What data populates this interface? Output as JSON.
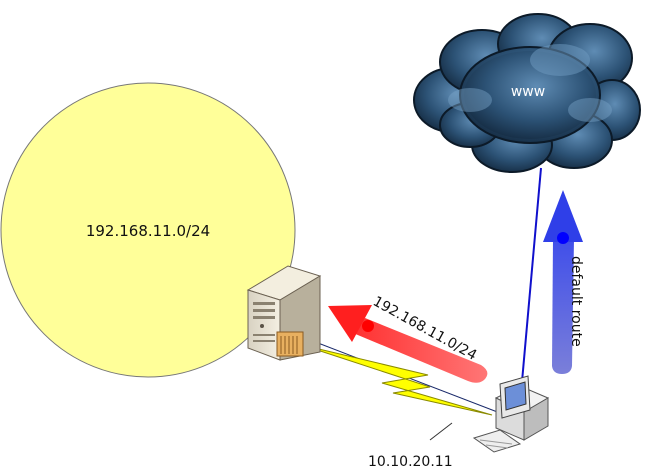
{
  "network": {
    "label": "192.168.11.0/24"
  },
  "cloud": {
    "label": "www"
  },
  "route_to_network": {
    "label": "192.168.11.0/24",
    "color": "#ff2b2b"
  },
  "default_route": {
    "label": "default route",
    "color": "#3f3fd9"
  },
  "host": {
    "ip_label": "10.10.20.11"
  },
  "colors": {
    "network_fill": "#ffff99",
    "cloud_dark": "#1e3a52",
    "link_blue": "#1010cc",
    "lightning": "#ffff00"
  }
}
